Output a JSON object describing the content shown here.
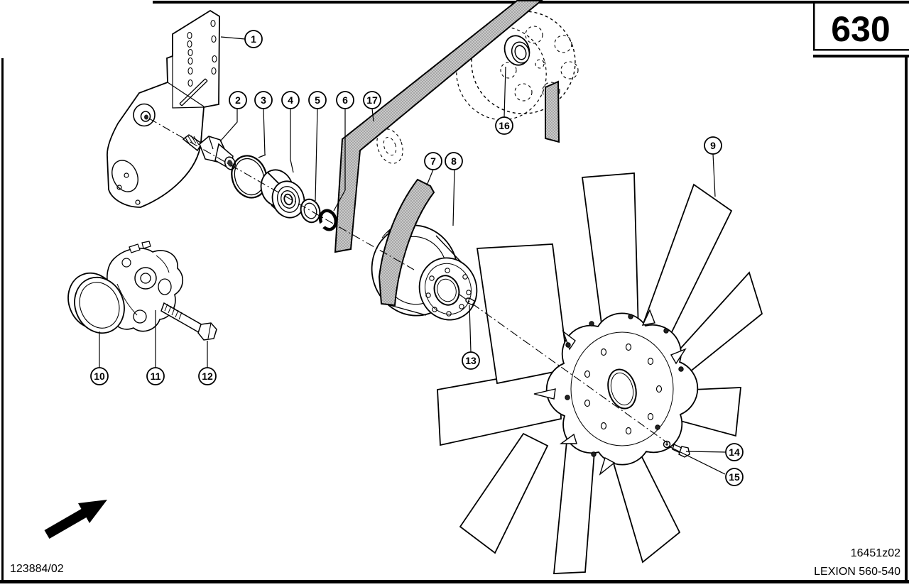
{
  "page": {
    "number": "630",
    "drawing_ref": "123884/02",
    "image_ref": "16451z02",
    "model_range": "LEXION 560-540"
  },
  "figure": {
    "description": "Exploded parts diagram of fan drive with belts, pulley, bearing, tensioner and 9-blade fan",
    "callouts": [
      {
        "label": "1"
      },
      {
        "label": "2"
      },
      {
        "label": "3"
      },
      {
        "label": "4"
      },
      {
        "label": "5"
      },
      {
        "label": "6"
      },
      {
        "label": "7"
      },
      {
        "label": "8"
      },
      {
        "label": "9"
      },
      {
        "label": "10"
      },
      {
        "label": "11"
      },
      {
        "label": "12"
      },
      {
        "label": "13"
      },
      {
        "label": "14"
      },
      {
        "label": "15"
      },
      {
        "label": "16"
      },
      {
        "label": "17"
      }
    ]
  },
  "colors": {
    "line": "#000000",
    "belt_fill": "#c9c9c9",
    "belt_dot": "#777777"
  }
}
